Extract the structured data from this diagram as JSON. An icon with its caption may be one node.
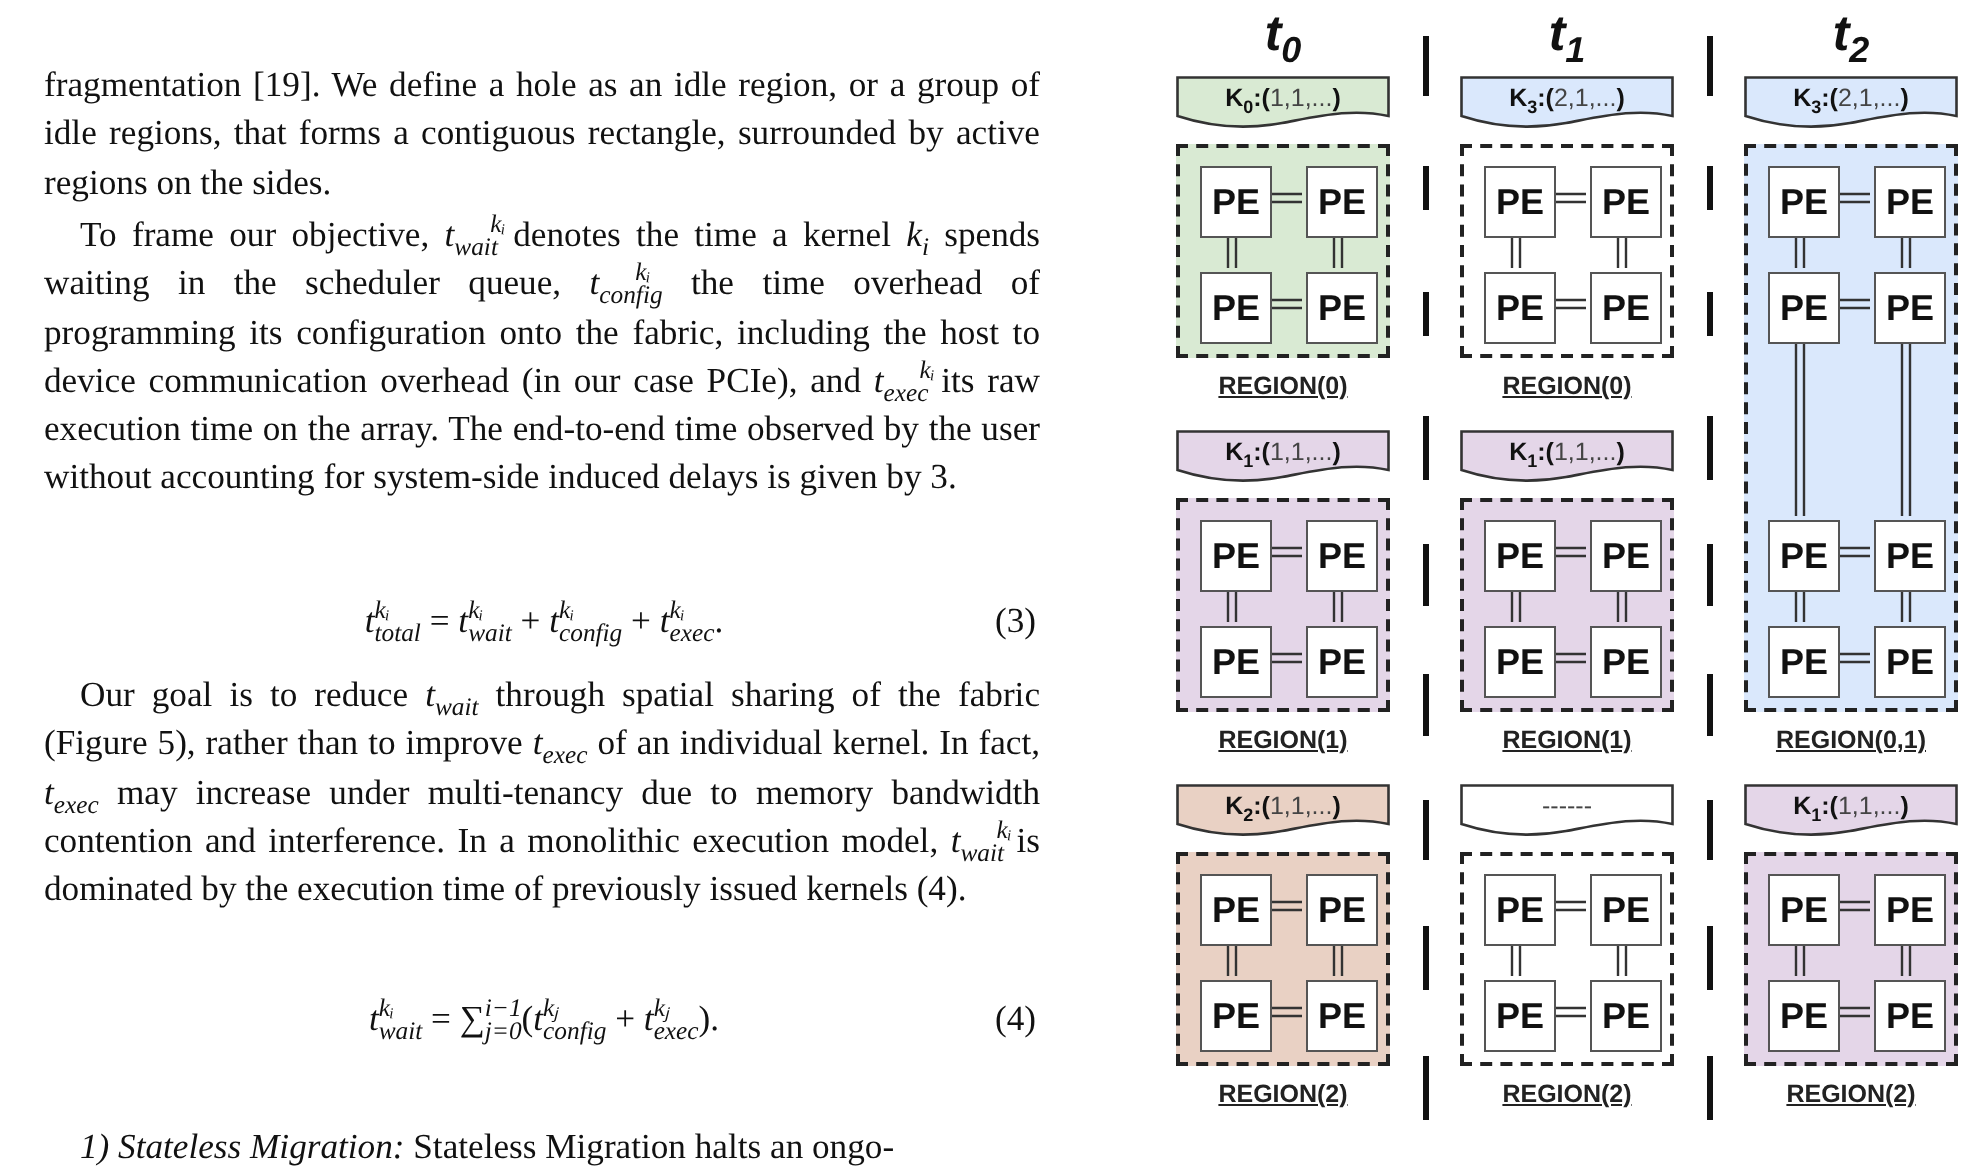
{
  "diagram": {
    "nodes": [
      {
        "text": [
          "**K**$_{0}$**:(**1,1,...**)**"
        ]
      },
      {
        "text": [
          "**K**$_{3}$**:(**2,1,...**)**"
        ]
      },
      {
        "text": [
          "**K**$_{3}$**:(**2,1,...**)**"
        ]
      },
      {
        "text": [
          "REGION(0)"
        ]
      },
      {
        "text": [
          "PE"
        ],
        "in": 3
      },
      {
        "text": [
          "PE"
        ],
        "in": 3
      },
      {
        "text": [
          "PE"
        ],
        "in": 3
      },
      {
        "text": [
          "PE"
        ],
        "in": 3
      },
      {
        "text": [
          "REGION(0)"
        ]
      },
      {
        "text": [
          "PE"
        ],
        "in": 8
      },
      {
        "text": [
          "PE"
        ],
        "in": 8
      },
      {
        "text": [
          "PE"
        ],
        "in": 8
      },
      {
        "text": [
          "PE"
        ],
        "in": 8
      },
      {
        "text": [
          "REGION(0,1)"
        ]
      },
      {
        "text": [
          "PE"
        ],
        "in": 13
      },
      {
        "text": [
          "PE"
        ],
        "in": 13
      },
      {
        "text": [
          "PE"
        ],
        "in": 13
      },
      {
        "text": [
          "PE"
        ],
        "in": 13
      },
      {
        "text": [
          "PE"
        ],
        "in": 13
      },
      {
        "text": [
          "PE"
        ],
        "in": 13
      },
      {
        "text": [
          "PE"
        ],
        "in": 13
      },
      {
        "text": [
          "PE"
        ],
        "in": 13
      },
      {
        "text": [
          "**K**$_{1}$**:(**1,1,...**)**"
        ]
      },
      {
        "text": [
          "**K**$_{1}$**:(**1,1,...**)**"
        ]
      },
      {
        "text": [
          "REGION(1)"
        ]
      },
      {
        "text": [
          "PE"
        ],
        "in": 24
      },
      {
        "text": [
          "PE"
        ],
        "in": 24
      },
      {
        "text": [
          "PE"
        ],
        "in": 24
      },
      {
        "text": [
          "PE"
        ],
        "in": 24
      },
      {
        "text": [
          "REGION(1)"
        ]
      },
      {
        "text": [
          "PE"
        ],
        "in": 29
      },
      {
        "text": [
          "PE"
        ],
        "in": 29
      },
      {
        "text": [
          "PE"
        ],
        "in": 29
      },
      {
        "text": [
          "PE"
        ],
        "in": 29
      },
      {
        "text": [
          "**K**$_{2}$**:(**1,1,...**)**"
        ]
      },
      {
        "text": [
          "------"
        ]
      },
      {
        "text": [
          "**K**$_{1}$**:(**1,1,...**)**"
        ]
      },
      {
        "text": [
          "REGION(2)"
        ]
      },
      {
        "text": [
          "PE"
        ],
        "in": 37
      },
      {
        "text": [
          "PE"
        ],
        "in": 37
      },
      {
        "text": [
          "PE"
        ],
        "in": 37
      },
      {
        "text": [
          "PE"
        ],
        "in": 37
      },
      {
        "text": [
          "REGION(2)"
        ]
      },
      {
        "text": [
          "PE"
        ],
        "in": 42
      },
      {
        "text": [
          "PE"
        ],
        "in": 42
      },
      {
        "text": [
          "PE"
        ],
        "in": 42
      },
      {
        "text": [
          "PE"
        ],
        "in": 42
      },
      {
        "text": [
          "REGION(2)"
        ]
      },
      {
        "text": [
          "PE"
        ],
        "in": 47
      },
      {
        "text": [
          "PE"
        ],
        "in": 47
      },
      {
        "text": [
          "PE"
        ],
        "in": 47
      },
      {
        "text": [
          "PE"
        ],
        "in": 47
      }
    ],
    "edges": [
      {
        "from": 4,
        "to": 5,
        "arrow": "none"
      },
      {
        "from": 4,
        "to": 6,
        "arrow": "none"
      },
      {
        "from": 5,
        "to": 7,
        "arrow": "none"
      },
      {
        "from": 6,
        "to": 7,
        "arrow": "none"
      },
      {
        "from": 9,
        "to": 10,
        "arrow": "none"
      },
      {
        "from": 9,
        "to": 11,
        "arrow": "none"
      },
      {
        "from": 10,
        "to": 12,
        "arrow": "none"
      },
      {
        "from": 11,
        "to": 12,
        "arrow": "none"
      },
      {
        "from": 14,
        "to": 15,
        "arrow": "none"
      },
      {
        "from": 14,
        "to": 16,
        "arrow": "none"
      },
      {
        "from": 15,
        "to": 17,
        "arrow": "none"
      },
      {
        "from": 16,
        "to": 17,
        "arrow": "none"
      },
      {
        "from": 16,
        "to": 18,
        "arrow": "none"
      },
      {
        "from": 17,
        "to": 19,
        "arrow": "none"
      },
      {
        "from": 18,
        "to": 19,
        "arrow": "none"
      },
      {
        "from": 18,
        "to": 20,
        "arrow": "none"
      },
      {
        "from": 19,
        "to": 21,
        "arrow": "none"
      },
      {
        "from": 20,
        "to": 21,
        "arrow": "none"
      },
      {
        "from": 25,
        "to": 26,
        "arrow": "none"
      },
      {
        "from": 25,
        "to": 27,
        "arrow": "none"
      },
      {
        "from": 26,
        "to": 28,
        "arrow": "none"
      },
      {
        "from": 27,
        "to": 28,
        "arrow": "none"
      },
      {
        "from": 30,
        "to": 31,
        "arrow": "none"
      },
      {
        "from": 30,
        "to": 32,
        "arrow": "none"
      },
      {
        "from": 31,
        "to": 33,
        "arrow": "none"
      },
      {
        "from": 32,
        "to": 33,
        "arrow": "none"
      },
      {
        "from": 38,
        "to": 39,
        "arrow": "none"
      },
      {
        "from": 38,
        "to": 40,
        "arrow": "none"
      },
      {
        "from": 39,
        "to": 41,
        "arrow": "none"
      },
      {
        "from": 40,
        "to": 41,
        "arrow": "none"
      },
      {
        "from": 43,
        "to": 44,
        "arrow": "none"
      },
      {
        "from": 43,
        "to": 45,
        "arrow": "none"
      },
      {
        "from": 44,
        "to": 46,
        "arrow": "none"
      },
      {
        "from": 45,
        "to": 46,
        "arrow": "none"
      },
      {
        "from": 48,
        "to": 49,
        "arrow": "none"
      },
      {
        "from": 48,
        "to": 50,
        "arrow": "none"
      },
      {
        "from": 49,
        "to": 51,
        "arrow": "none"
      },
      {
        "from": 50,
        "to": 51,
        "arrow": "none"
      }
    ],
    "labels": [
      "fragmentation [19]. We define a hole as an idle region, or a group of idle regions, that forms a contiguous rectangle, surrounded by active regions on the sides.",
      "To frame our objective, *t*$^{kᵢ}$$_{wait}$ denotes the time a kernel *k*$_{i}$ spends waiting in the scheduler queue, *t*$^{kᵢ}$$_{config}$ the time overhead of programming its configuration onto the fabric, including the host to device communication overhead (in our case PCIe), and *t*$^{kᵢ}$$_{exec}$ its raw execution time on the array. The end-to-end time observed by the user without accounting for system-side induced delays is given by 3.",
      "*t*$^{kᵢ}$$_{total}$ = *t*$^{kᵢ}$$_{wait}$ + *t*$^{kᵢ}$$_{config}$ + *t*$^{kᵢ}$$_{exec}$.",
      "(3)",
      "Our goal is to reduce *t*$_{wait}$ through spatial sharing of the fabric (Figure 5), rather than to improve *t*$_{exec}$ of an individual kernel. In fact, *t*$_{exec}$ may increase under multi-tenancy due to memory bandwidth contention and interference. In a monolithic execution model, *t*$^{kᵢ}$$_{wait}$ is dominated by the execution time of previously issued kernels (4).",
      "*t*$^{kᵢ}$$_{wait}$ = ∑$^{i−1}$$_{j=0}$(*t*$^{kⱼ}$$_{config}$ + *t*$^{kⱼ}$$_{exec}$).",
      "(4)",
      "*1) Stateless Migration:* Stateless Migration halts an ongo-",
      "t$_{0}$",
      "t$_{1}$",
      "t$_{2}$"
    ]
  }
}
